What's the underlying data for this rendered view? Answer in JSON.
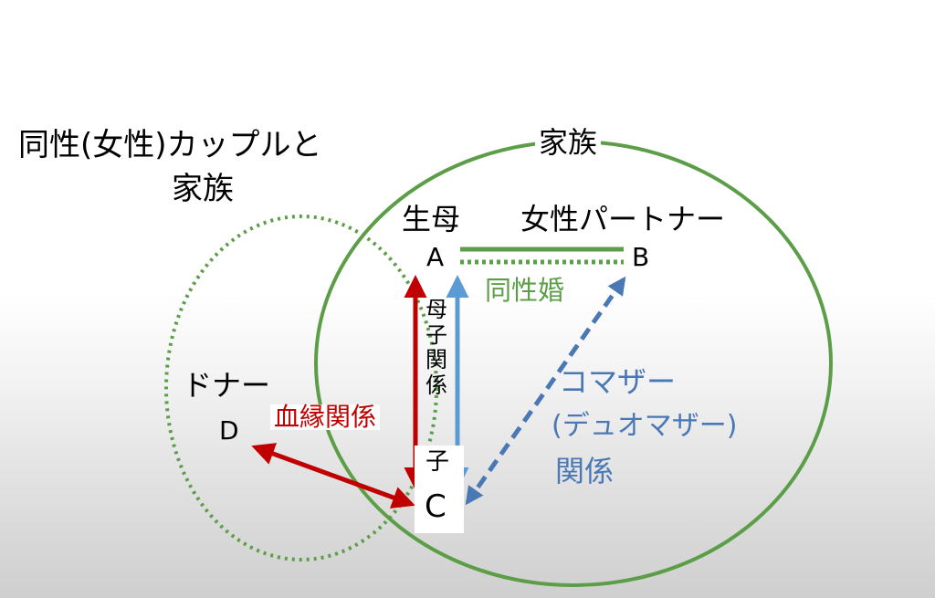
{
  "title": {
    "line1": "同性(女性)カップルと",
    "line2": "家族"
  },
  "family_label": "家族",
  "nodes": {
    "A": {
      "letter": "A",
      "role": "生母"
    },
    "B": {
      "letter": "B",
      "role": "女性パートナー"
    },
    "C": {
      "letter": "C",
      "role": "子"
    },
    "D": {
      "letter": "D",
      "role": "ドナー"
    }
  },
  "relations": {
    "same_sex_marriage": "同性婚",
    "blood_relation": "血縁関係",
    "mother_child_chars": [
      "母",
      "子",
      "関",
      "係"
    ],
    "comother": {
      "line1": "コマザー",
      "line2": "(デュオマザー)",
      "line3": "関係"
    }
  },
  "colors": {
    "green": "#5c9e48",
    "red": "#c00000",
    "light_blue": "#5b9bd5",
    "dark_blue": "#4a78b5"
  }
}
